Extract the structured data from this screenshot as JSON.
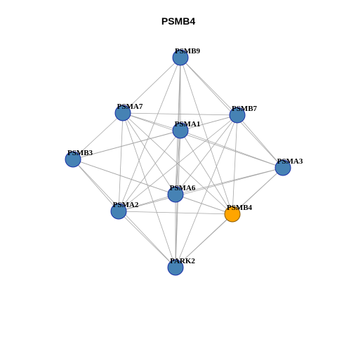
{
  "chart": {
    "title": "PSMB4"
  },
  "colors": {
    "node_default": "#4682b4",
    "node_highlight": "#ffa500",
    "node_border_default": "#1b2fa8",
    "node_border_highlight": "#8b5a00",
    "edge": "#a6a6a6"
  },
  "network": {
    "nodes": [
      {
        "id": "PSMB9",
        "highlight": false
      },
      {
        "id": "PSMA7",
        "highlight": false
      },
      {
        "id": "PSMB7",
        "highlight": false
      },
      {
        "id": "PSMA1",
        "highlight": false
      },
      {
        "id": "PSMB3",
        "highlight": false
      },
      {
        "id": "PSMA3",
        "highlight": false
      },
      {
        "id": "PSMA6",
        "highlight": false
      },
      {
        "id": "PSMA2",
        "highlight": false
      },
      {
        "id": "PSMB4",
        "highlight": true
      },
      {
        "id": "PARK2",
        "highlight": false
      }
    ],
    "edges": [
      [
        "PSMB9",
        "PSMA7"
      ],
      [
        "PSMB9",
        "PSMB7"
      ],
      [
        "PSMB9",
        "PSMA1"
      ],
      [
        "PSMB9",
        "PSMA3"
      ],
      [
        "PSMB9",
        "PSMA6"
      ],
      [
        "PSMB9",
        "PSMA2"
      ],
      [
        "PSMB9",
        "PSMB4"
      ],
      [
        "PSMB9",
        "PARK2"
      ],
      [
        "PSMA7",
        "PSMB7"
      ],
      [
        "PSMA7",
        "PSMA1"
      ],
      [
        "PSMA7",
        "PSMB3"
      ],
      [
        "PSMA7",
        "PSMA3"
      ],
      [
        "PSMA7",
        "PSMA6"
      ],
      [
        "PSMA7",
        "PSMA2"
      ],
      [
        "PSMA7",
        "PSMB4"
      ],
      [
        "PSMA7",
        "PARK2"
      ],
      [
        "PSMB7",
        "PSMA1"
      ],
      [
        "PSMB7",
        "PSMB3"
      ],
      [
        "PSMB7",
        "PSMA3"
      ],
      [
        "PSMB7",
        "PSMA6"
      ],
      [
        "PSMB7",
        "PSMA2"
      ],
      [
        "PSMB7",
        "PSMB4"
      ],
      [
        "PSMB7",
        "PARK2"
      ],
      [
        "PSMA1",
        "PSMB3"
      ],
      [
        "PSMA1",
        "PSMA3"
      ],
      [
        "PSMA1",
        "PSMA6"
      ],
      [
        "PSMA1",
        "PSMA2"
      ],
      [
        "PSMA1",
        "PSMB4"
      ],
      [
        "PSMA1",
        "PARK2"
      ],
      [
        "PSMB3",
        "PSMA6"
      ],
      [
        "PSMB3",
        "PSMA2"
      ],
      [
        "PSMB3",
        "PSMB4"
      ],
      [
        "PSMB3",
        "PARK2"
      ],
      [
        "PSMA3",
        "PSMA6"
      ],
      [
        "PSMA3",
        "PSMA2"
      ],
      [
        "PSMA3",
        "PSMB4"
      ],
      [
        "PSMA3",
        "PARK2"
      ],
      [
        "PSMA6",
        "PSMA2"
      ],
      [
        "PSMA6",
        "PSMB4"
      ],
      [
        "PSMA6",
        "PARK2"
      ],
      [
        "PSMA2",
        "PSMB4"
      ],
      [
        "PSMA2",
        "PARK2"
      ],
      [
        "PSMB4",
        "PARK2"
      ]
    ]
  }
}
